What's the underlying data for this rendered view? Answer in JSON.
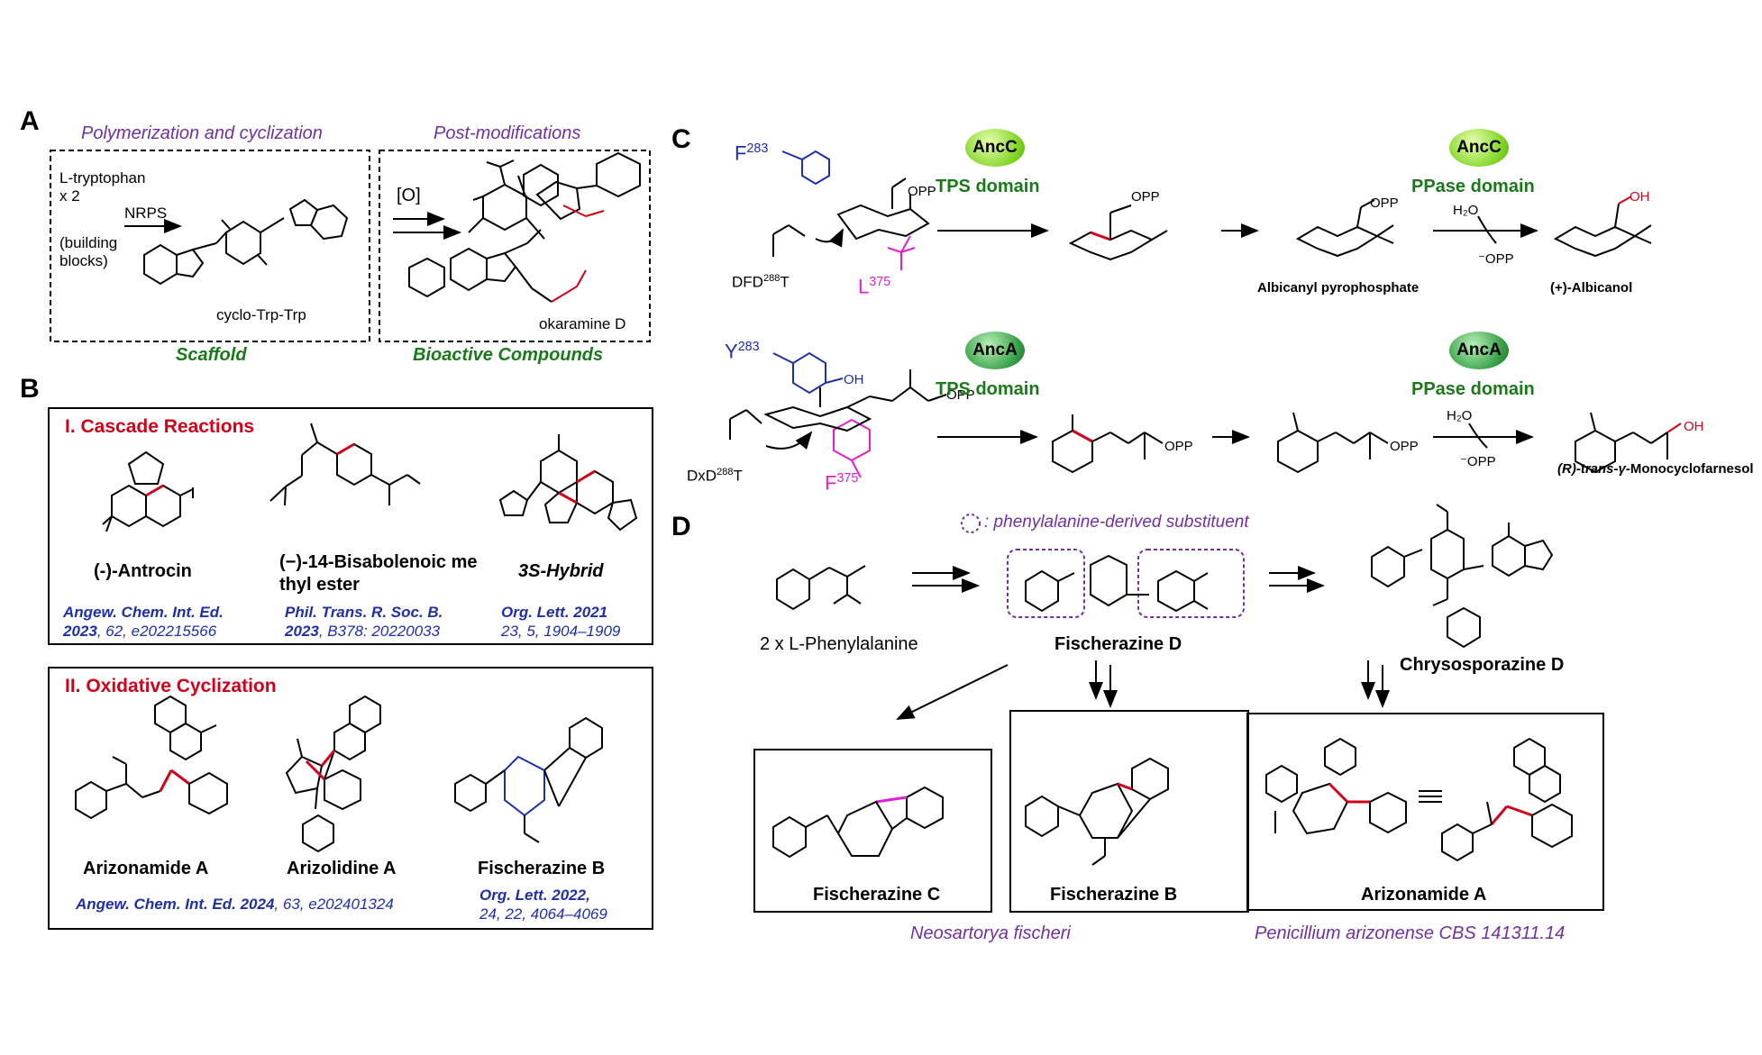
{
  "panel_a": {
    "letter": "A",
    "header_left": "Polymerization and cyclization",
    "header_right": "Post-modifications",
    "reagent": "L-tryptophan\nx 2",
    "enzyme": "NRPS",
    "building_blocks": "(building\nblocks)",
    "scaffold_name": "cyclo-Trp-Trp",
    "oxidation": "[O]",
    "product_name": "okaramine D",
    "label_left": "Scaffold",
    "label_right": "Bioactive Compounds"
  },
  "panel_b": {
    "letter": "B",
    "box1_title": "I. Cascade Reactions",
    "box1_items": [
      {
        "name": "(-)-Antrocin",
        "ref_j": "Angew. Chem. Int. Ed.",
        "ref_y": "2023",
        "ref_rest": ", 62, e202215566"
      },
      {
        "name": "(−)-14-Bisabolenoic me\nthyl ester",
        "ref_j": "Phil. Trans. R. Soc. B.",
        "ref_y": "2023",
        "ref_rest": ", B378: 20220033"
      },
      {
        "name": "3S-Hybrid",
        "ref_j": "Org. Lett. 2021",
        "ref_y": "",
        "ref_rest": "23, 5, 1904–1909"
      }
    ],
    "box2_title": "II. Oxidative Cyclization",
    "box2_items": [
      {
        "name": "Arizonamide A"
      },
      {
        "name": "Arizolidine A"
      },
      {
        "name": "Fischerazine B"
      }
    ],
    "box2_ref1_j": "Angew. Chem. Int. Ed. 2024",
    "box2_ref1_rest": ", 63, e202401324",
    "box2_ref2_j": "Org. Lett. 2022,",
    "box2_ref2_rest": "24, 22, 4064–4069"
  },
  "panel_c": {
    "letter": "C",
    "row1": {
      "residue1": "F",
      "residue1_num": "283",
      "residue2": "L",
      "residue2_num": "375",
      "motif": "DFD",
      "motif_num": "288",
      "motif_end": "T",
      "enzyme_a": "AncC",
      "domain_a": "TPS domain",
      "enzyme_b": "AncC",
      "domain_b": "PPase domain",
      "water": "H₂O",
      "leaving": "⁻OPP",
      "intermediate": "Albicanyl pyrophosphate",
      "product": "(+)-Albicanol"
    },
    "row2": {
      "residue1": "Y",
      "residue1_num": "283",
      "residue2": "F",
      "residue2_num": "375",
      "motif": "DxD",
      "motif_num": "288",
      "motif_end": "T",
      "enzyme_a": "AncA",
      "domain_a": "TPS domain",
      "enzyme_b": "AncA",
      "domain_b": "PPase domain",
      "water": "H₂O",
      "leaving": "⁻OPP",
      "product_prefix": "(R)-trans-γ-",
      "product_suffix": "Monocyclofarnesol"
    },
    "opp": "OPP",
    "oh": "OH"
  },
  "panel_d": {
    "letter": "D",
    "legend": ": phenylalanine-derived substituent",
    "start": "2 x L-Phenylalanine",
    "intermediate": "Fischerazine D",
    "intermediate2": "Chrysosporazine D",
    "products": [
      "Fischerazine C",
      "Fischerazine B",
      "Arizonamide A"
    ],
    "organism1": "Neosartorya fischeri",
    "organism2": "Penicillium arizonense CBS 141311.14"
  },
  "colors": {
    "purple": "#7030a0",
    "green": "#1a7a1a",
    "red": "#d0021b",
    "blue": "#1f2fa8",
    "magenta": "#e020d0",
    "pill_lime": "#7ed321",
    "pill_dark": "#3aa24a"
  }
}
